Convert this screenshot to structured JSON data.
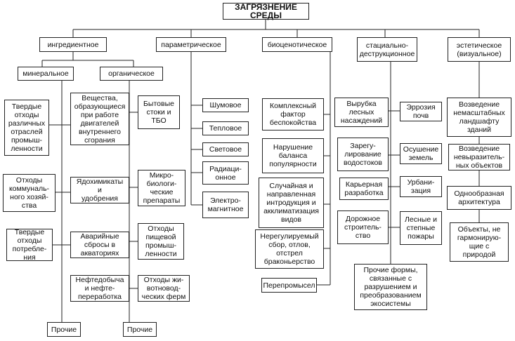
{
  "title": "ЗАГРЯЗНЕНИЕ СРЕДЫ",
  "categories": {
    "ingredient": "ингредиентное",
    "parametric": "параметрическое",
    "biocenotic": "биоценотическое",
    "stational": "стациально-\nдеструкционное",
    "aesthetic": "эстетическое\n(визуальное)"
  },
  "ingredient": {
    "mineral": "минеральное",
    "organic": "органическое",
    "mineral_items": [
      "Твердые\nотходы\nразличных\nотраслей\nпромыш-\nленности",
      "Отходы\nкоммуналь-\nного хозяй-\nства",
      "Твердые\nотходы\nпотребле-\nния",
      "Прочие"
    ],
    "shared_items": [
      "Вещества,\nобразующиеся\nпри работе\nдвигателей\nвнутреннего\nсгорания",
      "Ядохимикаты\nи\nудобрения",
      "Аварийные\nсбросы в\nакваториях",
      "Нефтедобыча\nи нефте-\nпереработка"
    ],
    "organic_items": [
      "Бытовые\nстоки и\nТБО",
      "Микро-\nбиологи-\nческие\nпрепараты",
      "Отходы\nпищевой\nпромыш-\nленности",
      "Отходы жи-\nвотновод-\nческих ферм",
      "Прочие"
    ]
  },
  "parametric_items": [
    "Шумовое",
    "Тепловое",
    "Световое",
    "Радиаци-\nонное",
    "Электро-\nмагнитное"
  ],
  "biocenotic_items": [
    "Комплексный\nфактор\nбеспокойства",
    "Нарушение\nбаланса\nпопулярности",
    "Случайная и\nнаправленная\nинтродукция и\nакклиматизация\nвидов",
    "Нерегулируемый\nсбор, отлов,\nотстрел\nбраконьерство",
    "Перепромысел"
  ],
  "stational_items": {
    "left": [
      "Вырубка\nлесных\nнасаждений",
      "Зарегу-\nлирование\nводостоков",
      "Карьерная\nразработка",
      "Дорожное\nстроитель-\nство"
    ],
    "right": [
      "Эррозия\nпочв",
      "Осушение\nземель",
      "Урбани-\nзация",
      "Лесные и\nстепные\nпожары"
    ],
    "bottom": "Прочие формы,\nсвязанные с\nразрушением и\nпреобразованием\nэкосистемы"
  },
  "aesthetic_items": [
    "Возведение\nнемасштабных\nландшафту\nзданий",
    "Возведение\nневыразитель-\nных объектов",
    "Однообразная\nархитектура",
    "Объекты, не\nгармонирую-\nщие с\nприродой"
  ]
}
